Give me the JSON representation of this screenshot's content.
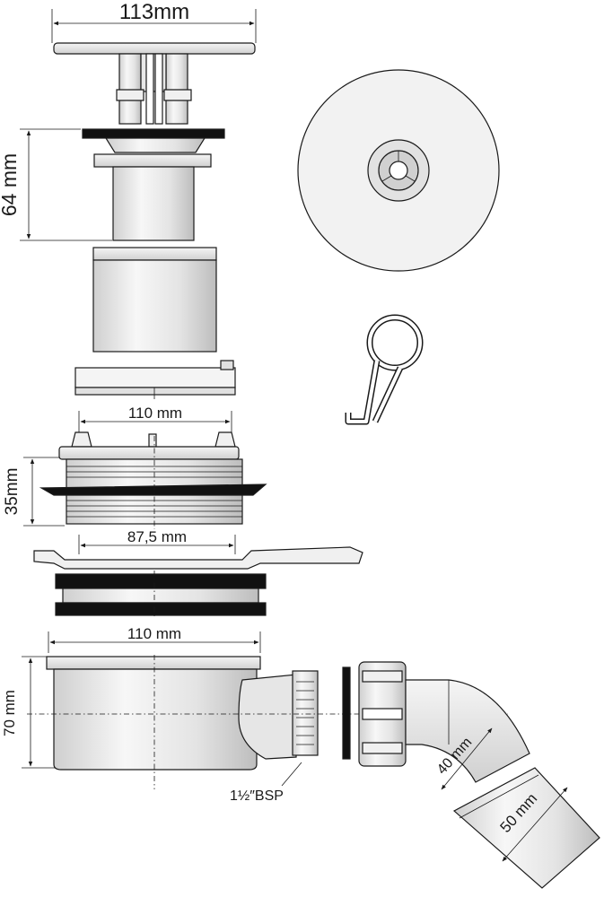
{
  "dimensions": {
    "cover_width": "113mm",
    "body_height": "64 mm",
    "ring_width": "110 mm",
    "thread_height": "35mm",
    "flange_inner": "87,5 mm",
    "trap_width": "110 mm",
    "trap_height": "70 mm",
    "outlet_thread": "1½″BSP",
    "outlet_inner": "40 mm",
    "outlet_outer": "50 mm"
  },
  "colors": {
    "line": "#1a1a1a",
    "fill_light": "#f2f2f2",
    "fill_mid": "#d9d9d9",
    "fill_dark": "#111111"
  }
}
